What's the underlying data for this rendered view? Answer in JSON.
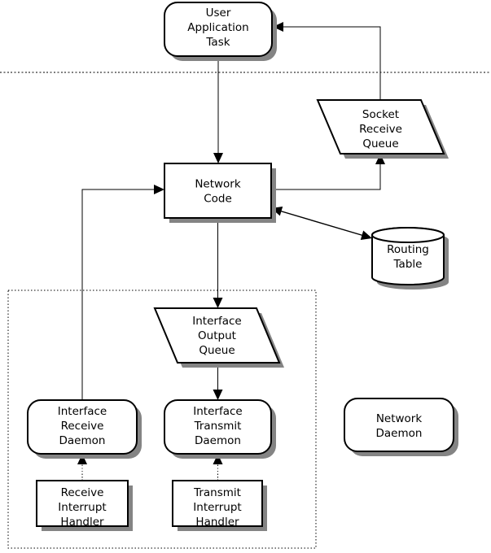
{
  "diagram": {
    "nodes": {
      "user_application_task": {
        "lines": [
          "User",
          "Application",
          "Task"
        ]
      },
      "socket_receive_queue": {
        "lines": [
          "Socket",
          "Receive",
          "Queue"
        ]
      },
      "network_code": {
        "lines": [
          "Network",
          "Code"
        ]
      },
      "routing_table": {
        "lines": [
          "Routing",
          "Table"
        ]
      },
      "interface_output_queue": {
        "lines": [
          "Interface",
          "Output",
          "Queue"
        ]
      },
      "interface_receive_daemon": {
        "lines": [
          "Interface",
          "Receive",
          "Daemon"
        ]
      },
      "interface_transmit_daemon": {
        "lines": [
          "Interface",
          "Transmit",
          "Daemon"
        ]
      },
      "network_daemon": {
        "lines": [
          "Network",
          "Daemon"
        ]
      },
      "receive_interrupt_handler": {
        "lines": [
          "Receive",
          "Interrupt",
          "Handler"
        ]
      },
      "transmit_interrupt_handler": {
        "lines": [
          "Transmit",
          "Interrupt",
          "Handler"
        ]
      }
    },
    "colors": {
      "shape_fill": "#ffffff",
      "stroke": "#000000",
      "shadow": "#848484",
      "background": "#ffffff"
    }
  }
}
